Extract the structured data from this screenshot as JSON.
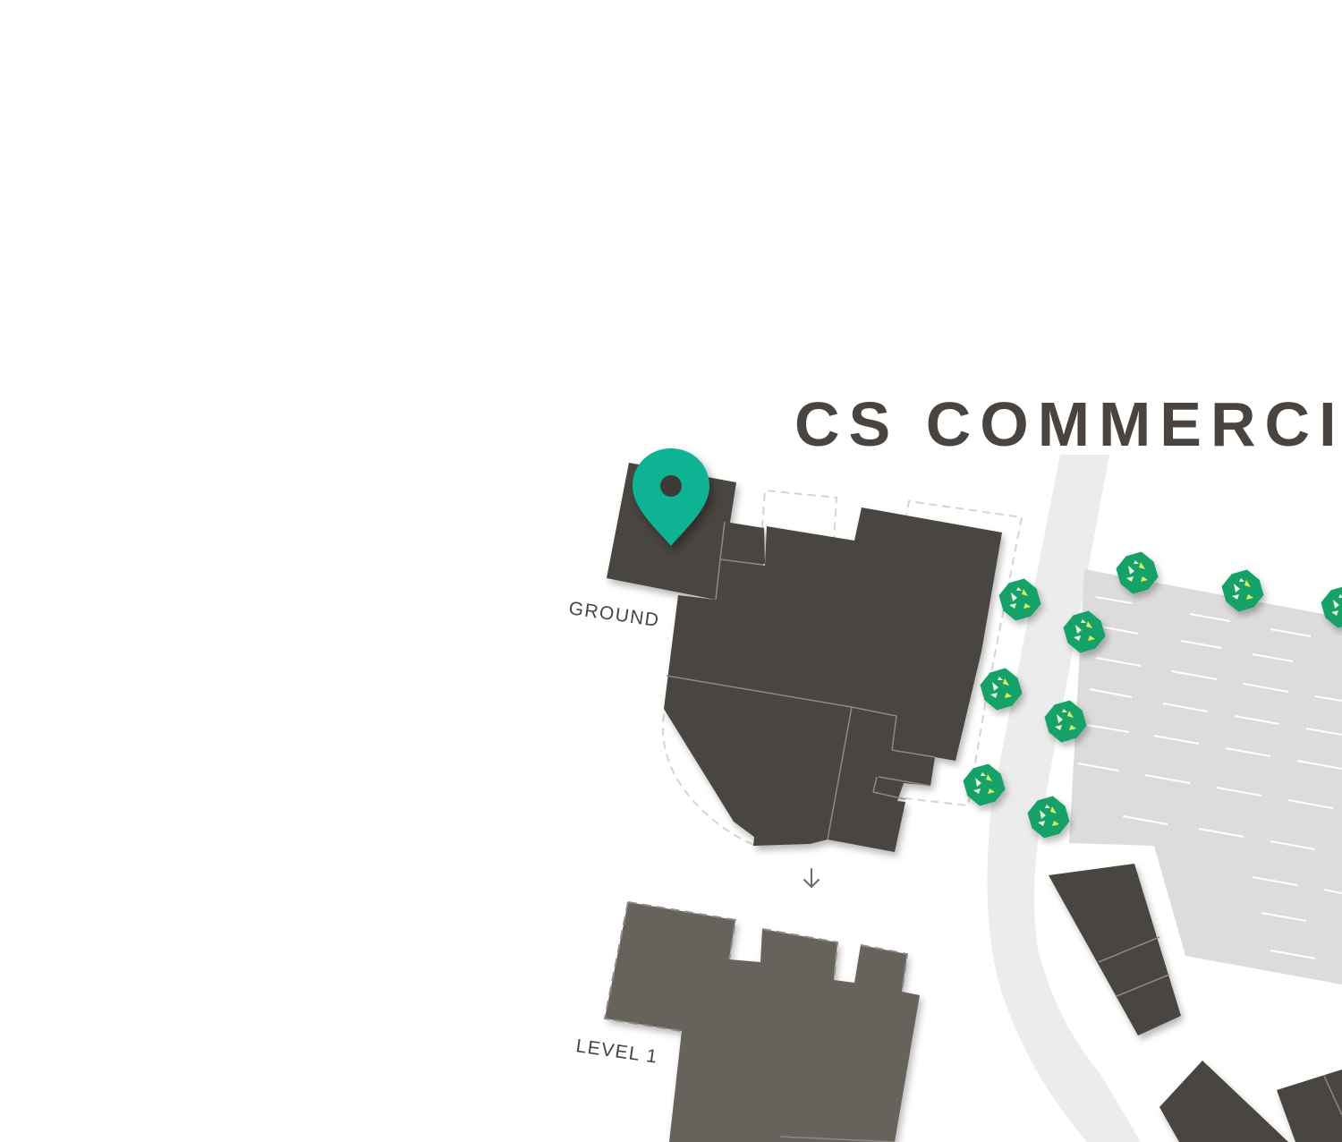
{
  "title": "CS COMMERCI",
  "floors": {
    "ground_label": "GROUND",
    "level1_label": "LEVEL 1"
  },
  "colors": {
    "building": "#4a4440",
    "upper_floor": "#67625d",
    "road": "#ececec",
    "parking": "#dddcdc",
    "tree": "#17a169",
    "pin": "#11b392",
    "label": "#4a4440"
  },
  "icons": {
    "location_pin": "map-pin-icon",
    "tree": "tree-icon",
    "level_arrow": "arrow-down-icon"
  }
}
